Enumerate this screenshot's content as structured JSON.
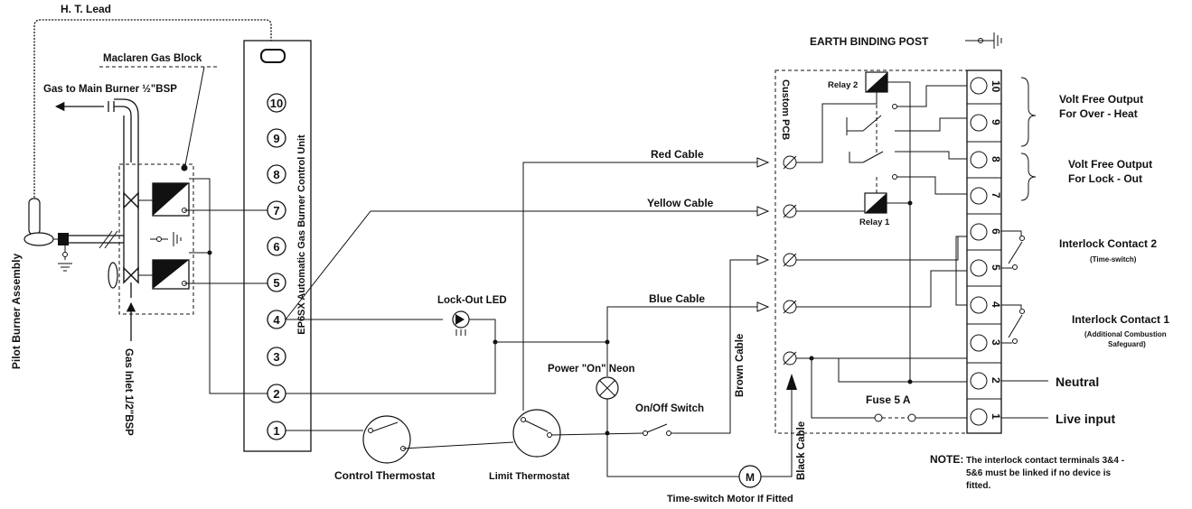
{
  "labels": {
    "ht_lead": "H. T. Lead",
    "gas_block": "Maclaren Gas Block",
    "gas_main": "Gas to Main Burner ½\"BSP",
    "pilot": "Pilot Burner Assembly",
    "gas_inlet": "Gas Inlet 1/2\"BSP",
    "control_unit": "EP6SX Automatic Gas Burner Control Unit",
    "earth_post": "EARTH BINDING POST",
    "custom_pcb": "Custom PCB",
    "relay2": "Relay 2",
    "relay1": "Relay 1",
    "red_cable": "Red Cable",
    "yellow_cable": "Yellow Cable",
    "blue_cable": "Blue Cable",
    "brown_cable": "Brown Cable",
    "black_cable": "Black Cable",
    "lockout_led": "Lock-Out LED",
    "power_neon": "Power \"On\" Neon",
    "onoff_switch": "On/Off Switch",
    "control_thermostat": "Control Thermostat",
    "limit_thermostat": "Limit Thermostat",
    "timeswitch_motor": "Time-switch Motor If Fitted",
    "fuse": "Fuse 5 A",
    "volt_heat_1": "Volt Free Output",
    "volt_heat_2": "For Over - Heat",
    "volt_lock_1": "Volt Free Output",
    "volt_lock_2": "For Lock - Out",
    "interlock2": "Interlock Contact 2",
    "interlock2_sub": "(Time-switch)",
    "interlock1": "Interlock Contact 1",
    "interlock1_sub1": "(Additional Combustion",
    "interlock1_sub2": "Safeguard)",
    "neutral": "Neutral",
    "live": "Live input",
    "note_head": "NOTE:",
    "note_1": "The interlock contact terminals 3&4 -",
    "note_2": "5&6  must be linked if no device is",
    "note_3": "fitted.",
    "motor_symbol": "M"
  },
  "unit_terminals": [
    "10",
    "9",
    "8",
    "7",
    "6",
    "5",
    "4",
    "3",
    "2",
    "1"
  ],
  "pcb_terminals": [
    "10",
    "9",
    "8",
    "7",
    "6",
    "5",
    "4",
    "3",
    "2",
    "1"
  ]
}
